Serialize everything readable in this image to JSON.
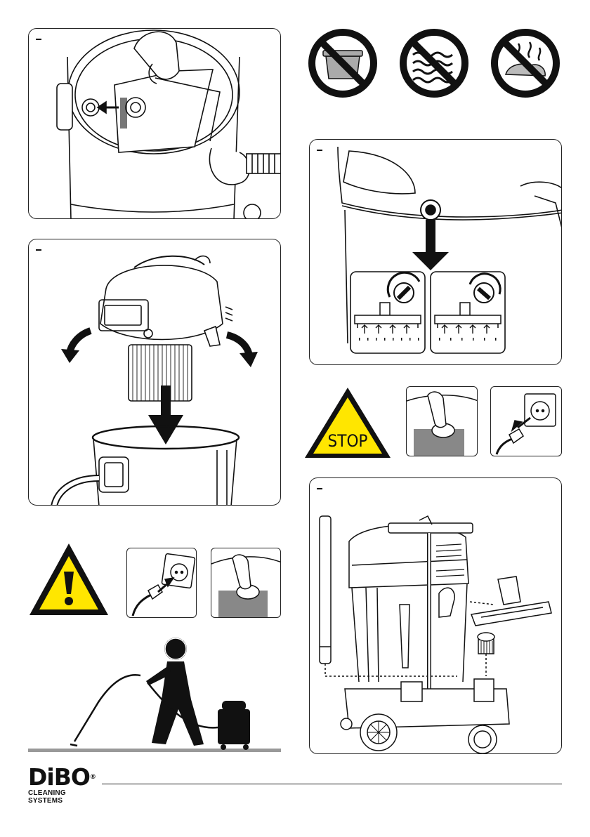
{
  "brand": {
    "logo_text": "DiBO",
    "registered_mark": "®",
    "tagline": "CLEANING SYSTEMS"
  },
  "stop_sign": {
    "label": "STOP"
  },
  "colors": {
    "warning_yellow": "#FFE600",
    "outline": "#111111",
    "prohibition_red": "#111111",
    "panel_border": "#222222",
    "cartridge_grey": "#808080"
  },
  "icons": [
    "no-container-icon",
    "no-water-icon",
    "no-hot-ash-icon",
    "warning-icon",
    "stop-icon",
    "plug-insert-icon",
    "plug-remove-icon",
    "power-switch-icon"
  ]
}
